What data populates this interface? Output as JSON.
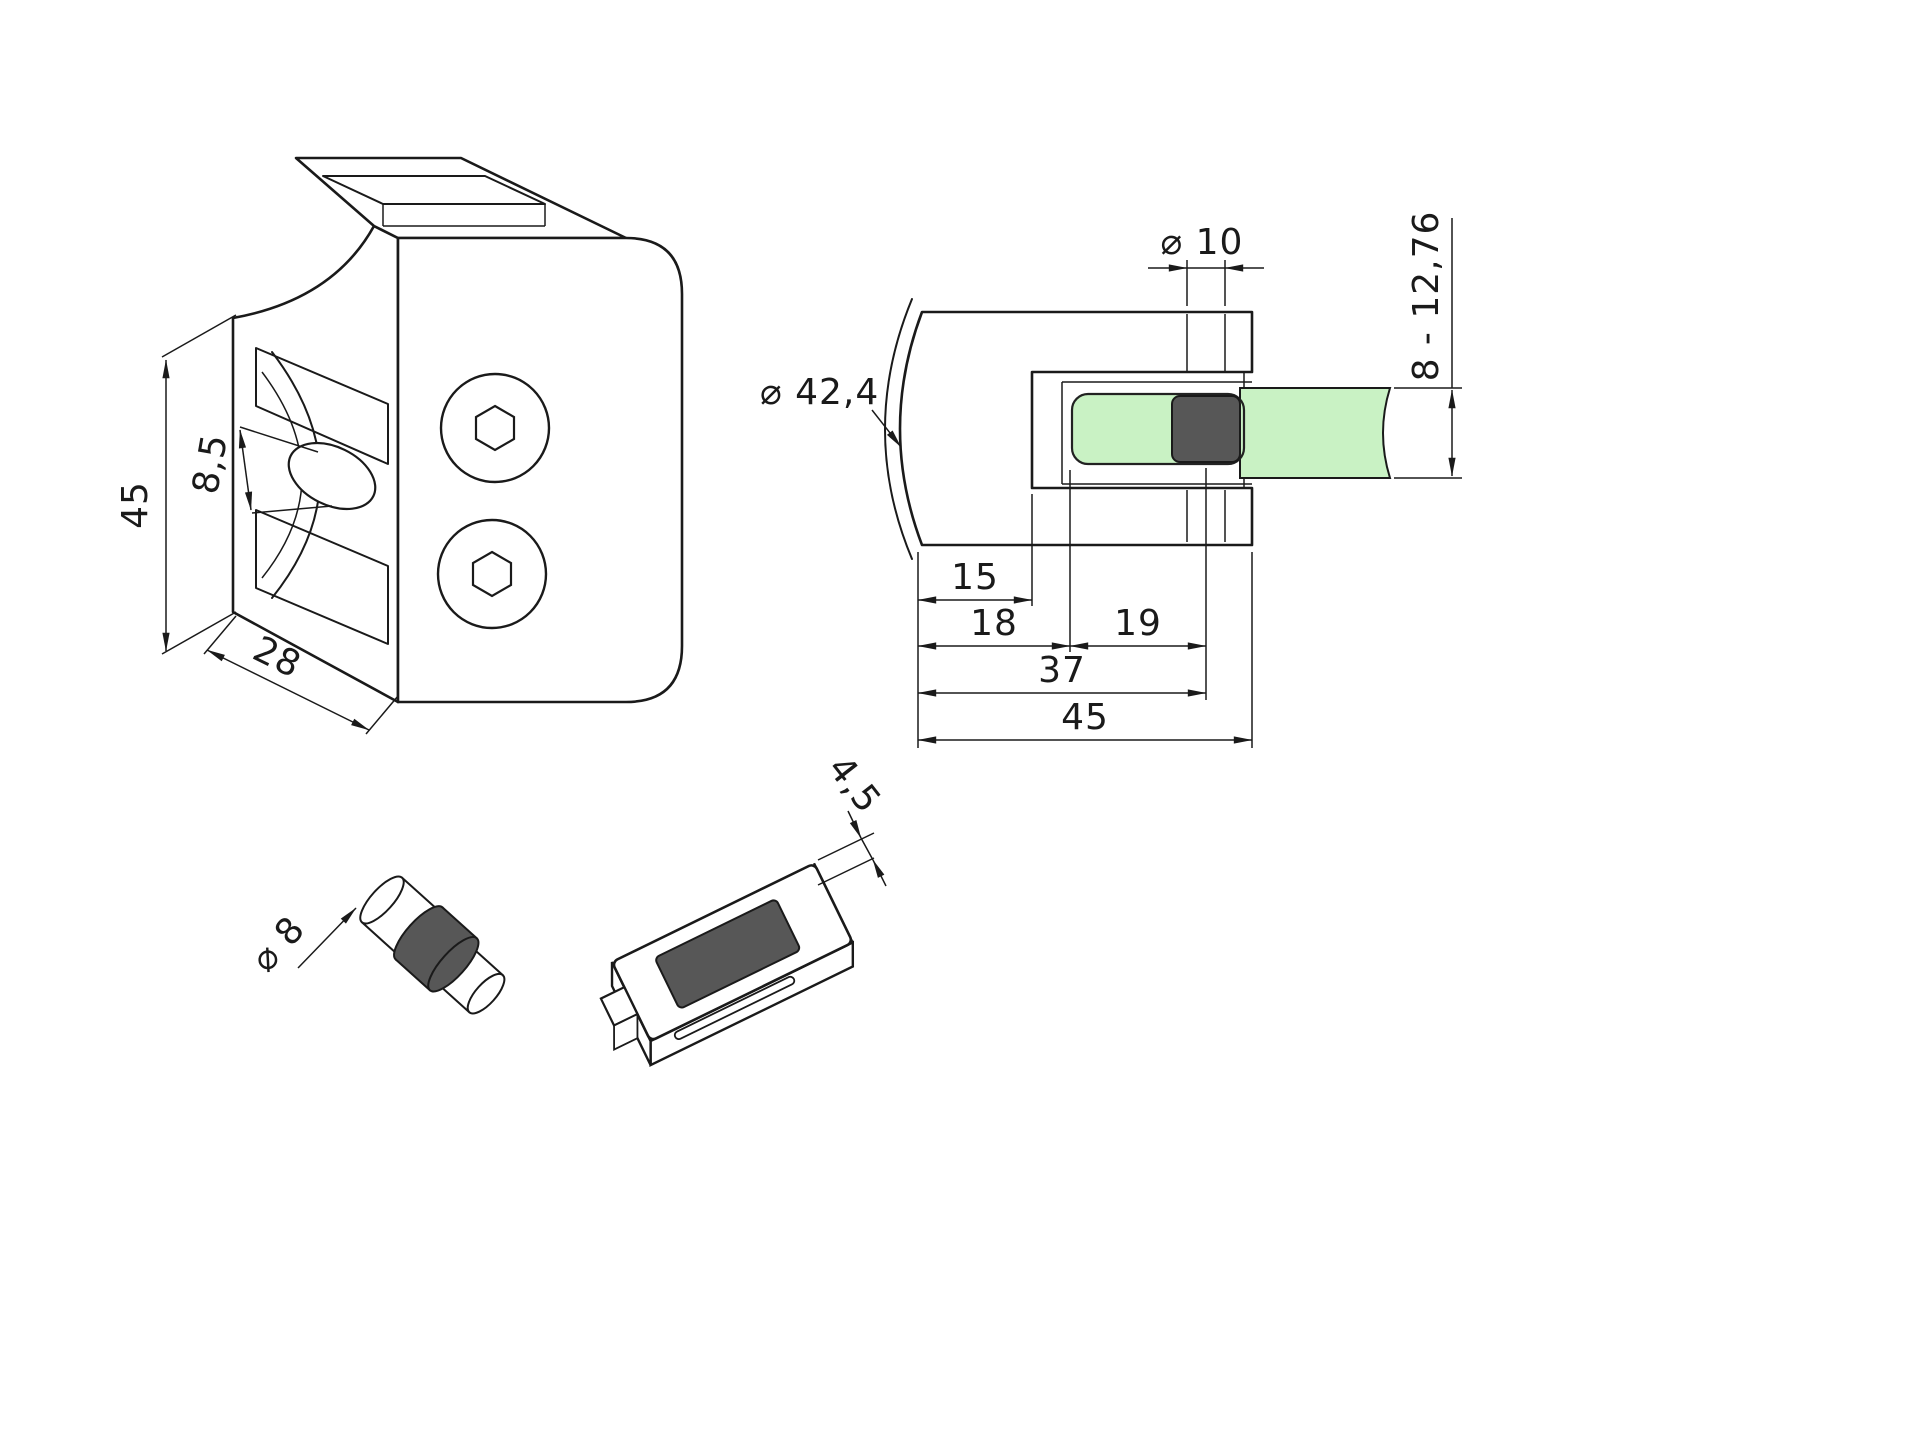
{
  "colors": {
    "line": "#1a1a1a",
    "glass": "#c9f2c4",
    "rubber": "#575757",
    "background": "#ffffff"
  },
  "views": {
    "isometric": {
      "dims": {
        "height": "45",
        "hole_offset": "8,5",
        "depth": "28"
      }
    },
    "section": {
      "dims": {
        "post_diameter": "⌀ 42,4",
        "pin_hole_diameter": "⌀ 10",
        "glass_thickness_range": "8 - 12,76",
        "dim_15": "15",
        "dim_18": "18",
        "dim_19": "19",
        "dim_37": "37",
        "dim_45": "45"
      }
    },
    "pin": {
      "dims": {
        "diameter": "⌀ 8"
      }
    },
    "gasket": {
      "dims": {
        "thickness": "4,5"
      }
    }
  }
}
